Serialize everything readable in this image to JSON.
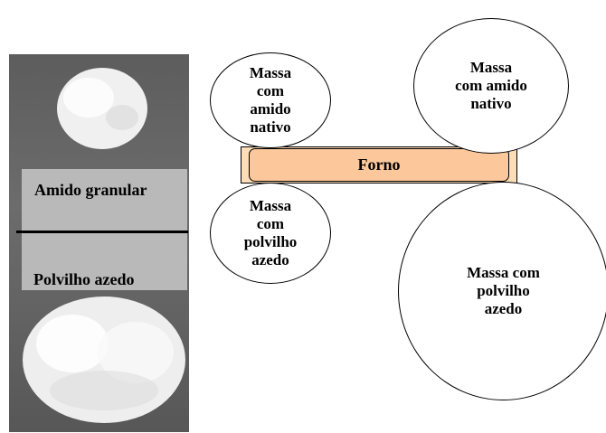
{
  "panel": {
    "label_top": "Amido granular",
    "label_bottom": "Polvilho azedo"
  },
  "oven": {
    "label": "Forno"
  },
  "circles": {
    "top_left": "Massa\ncom\namido\nnativo",
    "top_right": "Massa\ncom amido\nnativo",
    "bottom_left": "Massa\ncom\npolvilho\nazedo",
    "bottom_right": "Massa com\npolvilho\nazedo"
  }
}
